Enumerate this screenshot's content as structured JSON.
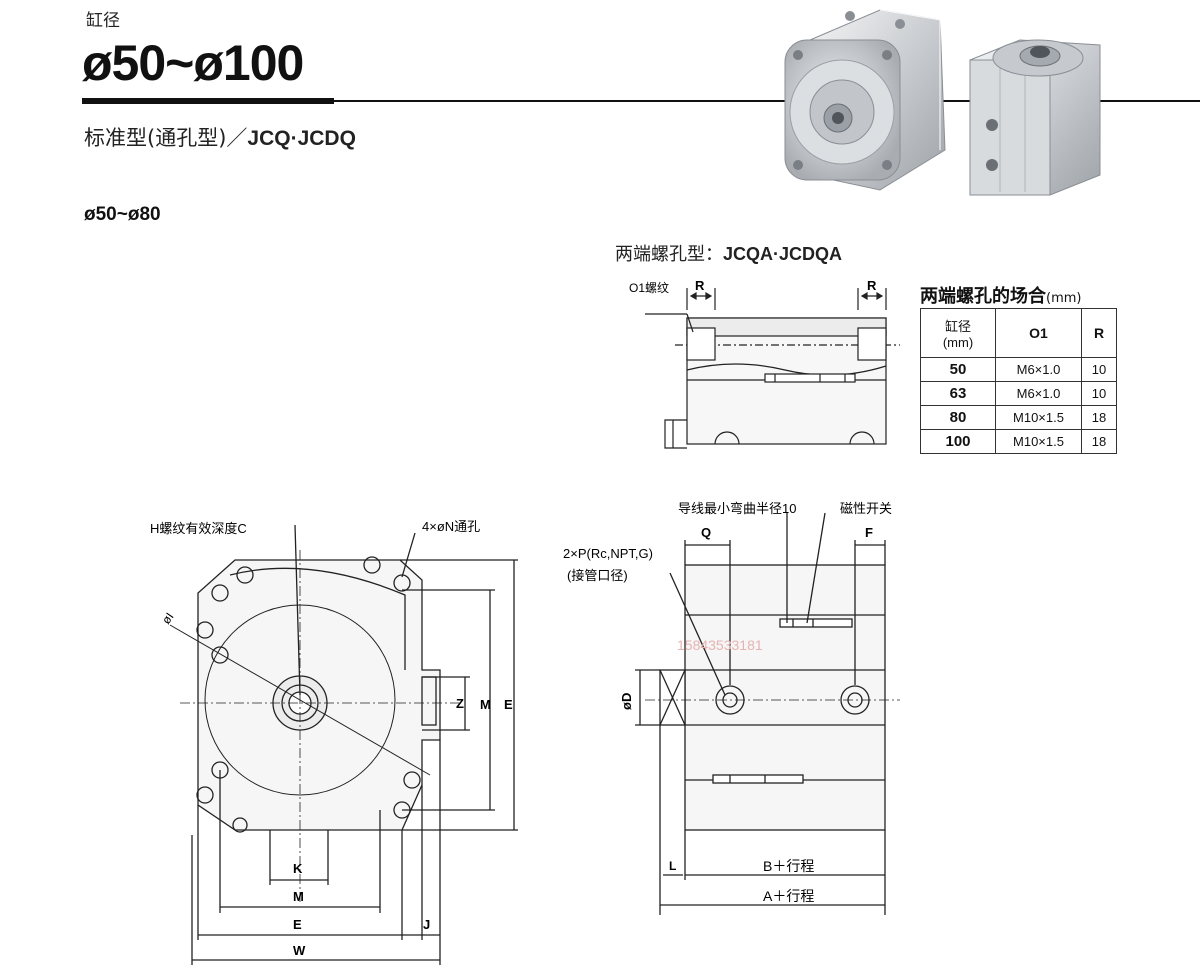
{
  "header": {
    "small_label": "缸径",
    "title": "ø50~ø100",
    "series_cn": "标准型(通孔型)／",
    "series_code": "JCQ·JCDQ",
    "subrange": "ø50~ø80"
  },
  "tapped_type": {
    "label_cn": "两端螺孔型：",
    "label_code": "JCQA·JCDQA",
    "o1_label": "O1螺纹",
    "r_label": "R"
  },
  "spec_table": {
    "title": "两端螺孔的场合",
    "unit": "(mm)",
    "headers": [
      "缸径\n(mm)",
      "O1",
      "R"
    ],
    "rows": [
      {
        "bore": "50",
        "o1": "M6×1.0",
        "r": "10"
      },
      {
        "bore": "63",
        "o1": "M6×1.0",
        "r": "10"
      },
      {
        "bore": "80",
        "o1": "M10×1.5",
        "r": "18"
      },
      {
        "bore": "100",
        "o1": "M10×1.5",
        "r": "18"
      }
    ]
  },
  "front_view": {
    "h_label": "H螺纹有效深度C",
    "n_label": "4×øN通孔",
    "i_label": "øI",
    "z": "Z",
    "m_vert": "M",
    "e_vert": "E",
    "k": "K",
    "m": "M",
    "e": "E",
    "w": "W",
    "j": "J"
  },
  "side_view": {
    "wire_label": "导线最小弯曲半径10",
    "switch_label": "磁性开关",
    "port_label": "2×P(Rc,NPT,G)",
    "port_sub": "(接管口径)",
    "q": "Q",
    "f": "F",
    "d": "øD",
    "l": "L",
    "b": "B＋行程",
    "a": "A＋行程",
    "watermark": "15843533181"
  }
}
